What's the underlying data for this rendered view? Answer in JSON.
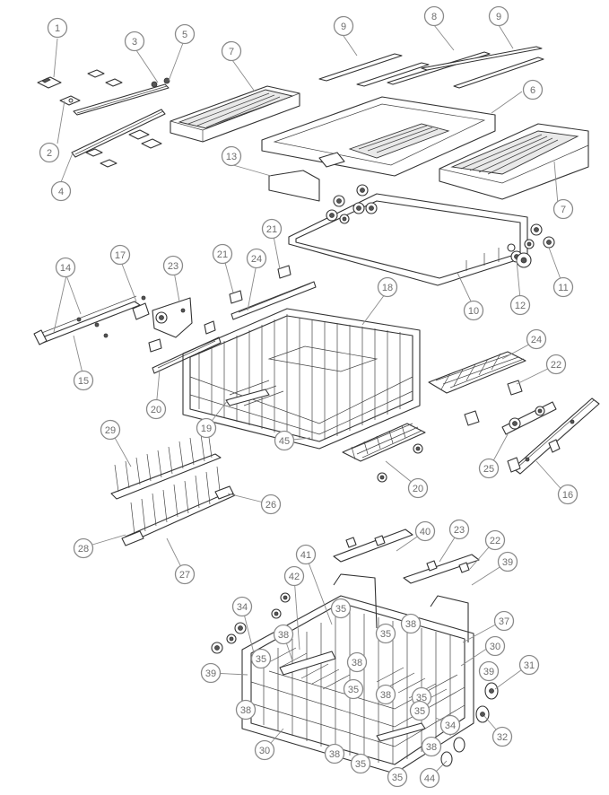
{
  "callouts": [
    {
      "id": "c1",
      "label": "1"
    },
    {
      "id": "c2",
      "label": "2"
    },
    {
      "id": "c3",
      "label": "3"
    },
    {
      "id": "c4",
      "label": "4"
    },
    {
      "id": "c5",
      "label": "5"
    },
    {
      "id": "c6",
      "label": "6"
    },
    {
      "id": "c7a",
      "label": "7"
    },
    {
      "id": "c7b",
      "label": "7"
    },
    {
      "id": "c8",
      "label": "8"
    },
    {
      "id": "c9a",
      "label": "9"
    },
    {
      "id": "c9b",
      "label": "9"
    },
    {
      "id": "c10",
      "label": "10"
    },
    {
      "id": "c11",
      "label": "11"
    },
    {
      "id": "c12",
      "label": "12"
    },
    {
      "id": "c13",
      "label": "13"
    },
    {
      "id": "c14",
      "label": "14"
    },
    {
      "id": "c15",
      "label": "15"
    },
    {
      "id": "c16",
      "label": "16"
    },
    {
      "id": "c17",
      "label": "17"
    },
    {
      "id": "c18",
      "label": "18"
    },
    {
      "id": "c19",
      "label": "19"
    },
    {
      "id": "c20a",
      "label": "20"
    },
    {
      "id": "c20b",
      "label": "20"
    },
    {
      "id": "c21a",
      "label": "21"
    },
    {
      "id": "c21b",
      "label": "21"
    },
    {
      "id": "c22a",
      "label": "22"
    },
    {
      "id": "c22b",
      "label": "22"
    },
    {
      "id": "c23a",
      "label": "23"
    },
    {
      "id": "c23b",
      "label": "23"
    },
    {
      "id": "c24a",
      "label": "24"
    },
    {
      "id": "c24b",
      "label": "24"
    },
    {
      "id": "c25",
      "label": "25"
    },
    {
      "id": "c26",
      "label": "26"
    },
    {
      "id": "c27",
      "label": "27"
    },
    {
      "id": "c28",
      "label": "28"
    },
    {
      "id": "c29",
      "label": "29"
    },
    {
      "id": "c30a",
      "label": "30"
    },
    {
      "id": "c30b",
      "label": "30"
    },
    {
      "id": "c31",
      "label": "31"
    },
    {
      "id": "c32",
      "label": "32"
    },
    {
      "id": "c34a",
      "label": "34"
    },
    {
      "id": "c34b",
      "label": "34"
    },
    {
      "id": "c35a",
      "label": "35"
    },
    {
      "id": "c35b",
      "label": "35"
    },
    {
      "id": "c35c",
      "label": "35"
    },
    {
      "id": "c35d",
      "label": "35"
    },
    {
      "id": "c35e",
      "label": "35"
    },
    {
      "id": "c35f",
      "label": "35"
    },
    {
      "id": "c35g",
      "label": "35"
    },
    {
      "id": "c35h",
      "label": "35"
    },
    {
      "id": "c37",
      "label": "37"
    },
    {
      "id": "c38a",
      "label": "38"
    },
    {
      "id": "c38b",
      "label": "38"
    },
    {
      "id": "c38c",
      "label": "38"
    },
    {
      "id": "c38d",
      "label": "38"
    },
    {
      "id": "c38e",
      "label": "38"
    },
    {
      "id": "c38f",
      "label": "38"
    },
    {
      "id": "c38g",
      "label": "38"
    },
    {
      "id": "c39a",
      "label": "39"
    },
    {
      "id": "c39b",
      "label": "39"
    },
    {
      "id": "c39c",
      "label": "39"
    },
    {
      "id": "c40",
      "label": "40"
    },
    {
      "id": "c41",
      "label": "41"
    },
    {
      "id": "c42",
      "label": "42"
    },
    {
      "id": "c44",
      "label": "44"
    },
    {
      "id": "c45",
      "label": "45"
    }
  ],
  "colors": {
    "callout_stroke": "#8a8a8a",
    "callout_text": "#6e6e6e",
    "line_art": "#333333",
    "background": "#ffffff"
  }
}
